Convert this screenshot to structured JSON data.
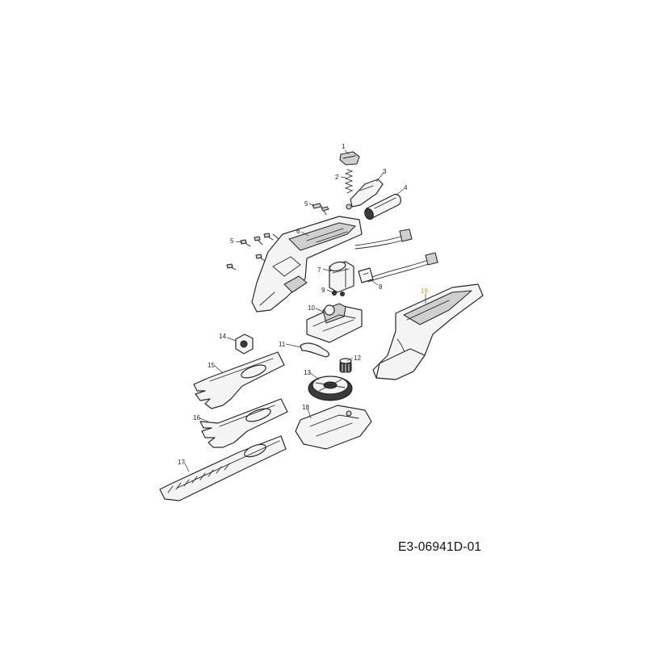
{
  "drawing_code": "E3-06941D-01",
  "part_numbers": [
    "1",
    "2",
    "3",
    "4",
    "5",
    "5",
    "6",
    "7",
    "8",
    "9",
    "10",
    "11",
    "12",
    "13",
    "14",
    "15",
    "16",
    "17",
    "18",
    "19"
  ],
  "colors": {
    "line": "#2a2a2a",
    "fill": "#f4f4f4",
    "highlight_label": "#d4a400"
  }
}
